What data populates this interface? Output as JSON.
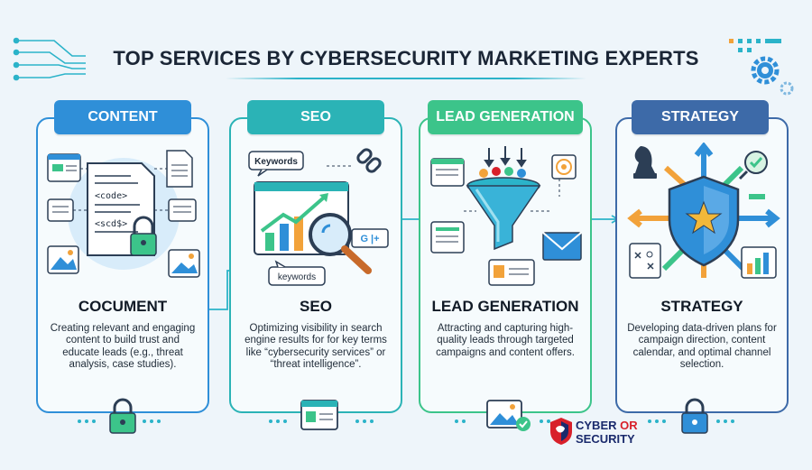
{
  "title": "TOP SERVICES BY CYBERSECURITY MARKETING EXPERTS",
  "colors": {
    "content": "#2f8fd8",
    "seo": "#2bb3b6",
    "lead": "#3cc48a",
    "strategy": "#3d6aa8",
    "accent": "#2bb3c9"
  },
  "columns": [
    {
      "tag": "CONTENT",
      "heading": "COCUMENT",
      "description": "Creating relevant and engaging content to build trust and educate leads (e.g., threat analysis, case studies).",
      "illustration_text": [
        "<code>",
        "<scd$>"
      ]
    },
    {
      "tag": "SEO",
      "heading": "SEO",
      "description": "Optimizing visibility in search engine results for for key terms like “cybersecurity services” or “threat intelligence”.",
      "illustration_text": [
        "Keywords",
        "keywords",
        "G |+"
      ]
    },
    {
      "tag": "LEAD GENERATION",
      "heading": "LEAD GENERATION",
      "description": "Attracting and capturing high-quality leads through targeted campaigns and content offers.",
      "illustration_text": []
    },
    {
      "tag": "STRATEGY",
      "heading": "STRATEGY",
      "description": "Developing data-driven plans for campaign direction, content calendar, and optimal channel selection.",
      "illustration_text": []
    }
  ],
  "brand": {
    "line1_a": "CYBER",
    "line1_b": "OR",
    "line2": "SECURITY"
  },
  "icons": [
    "circuit-icon",
    "gear-icon",
    "lock-icon",
    "document-icon",
    "image-icon",
    "bar-chart-icon",
    "magnifier-icon",
    "link-icon",
    "funnel-icon",
    "people-icon",
    "envelope-icon",
    "id-card-icon",
    "target-icon",
    "shield-star-icon",
    "chess-knight-icon",
    "checkmark-icon",
    "flowchart-icon"
  ]
}
